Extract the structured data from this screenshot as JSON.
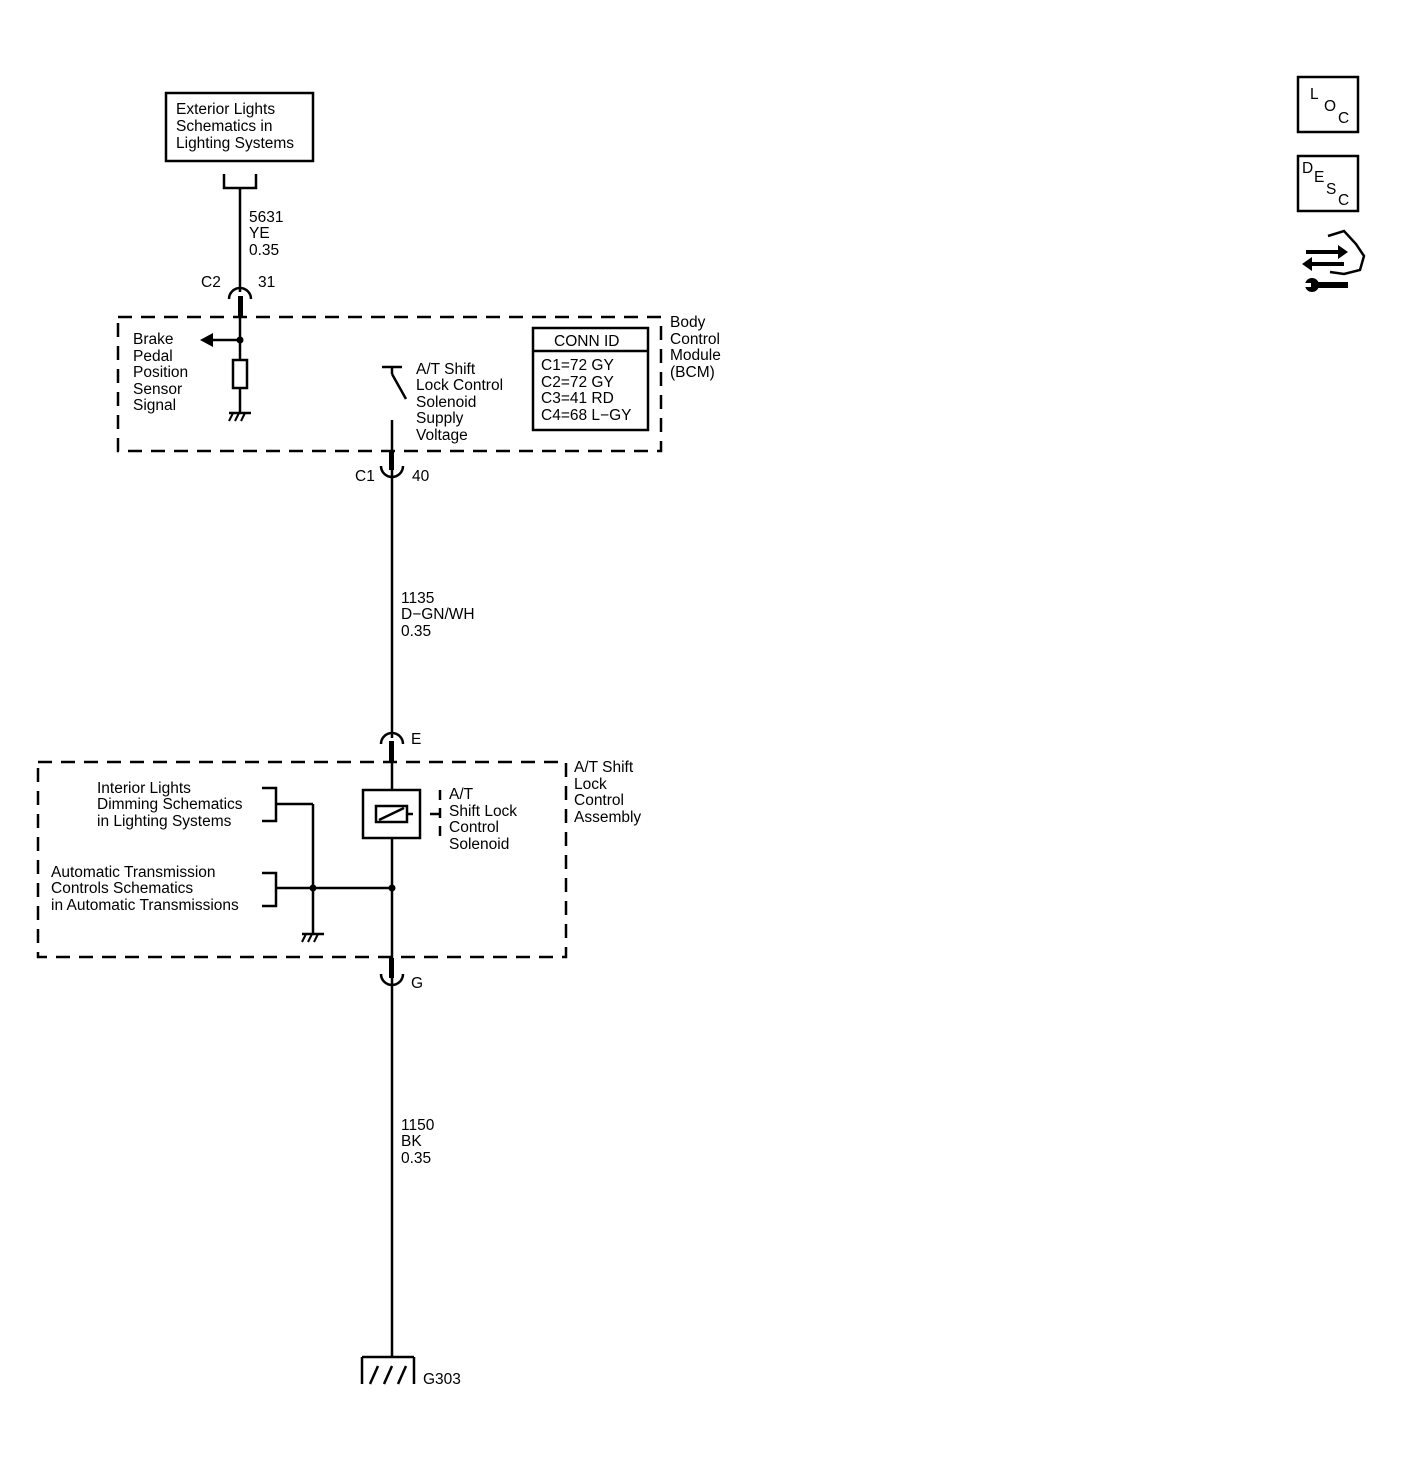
{
  "exterior_lights_ref": [
    "Exterior Lights",
    "Schematics in",
    "Lighting Systems"
  ],
  "wire_5631": [
    "5631",
    "YE",
    "0.35"
  ],
  "bcm_conn_c2": {
    "name": "C2",
    "pin": "31"
  },
  "bcm": {
    "name": [
      "Body",
      "Control",
      "Module",
      "(BCM)"
    ],
    "brake_signal": [
      "Brake",
      "Pedal",
      "Position",
      "Sensor",
      "Signal"
    ],
    "solenoid_supply": [
      "A/T Shift",
      "Lock Control",
      "Solenoid",
      "Supply",
      "Voltage"
    ],
    "conn_id": {
      "title": "CONN ID",
      "rows": [
        "C1=72 GY",
        "C2=72 GY",
        "C3=41 RD",
        "C4=68 L−GY"
      ]
    }
  },
  "bcm_conn_c1": {
    "name": "C1",
    "pin": "40"
  },
  "wire_1135": [
    "1135",
    "D−GN/WH",
    "0.35"
  ],
  "conn_e": "E",
  "shift_lock_assembly": {
    "name": [
      "A/T Shift",
      "Lock",
      "Control",
      "Assembly"
    ],
    "solenoid": [
      "A/T",
      "Shift Lock",
      "Control",
      "Solenoid"
    ],
    "interior_ref": [
      "Interior Lights",
      "Dimming Schematics",
      "in Lighting Systems"
    ],
    "trans_ref": [
      "Automatic Transmission",
      "Controls Schematics",
      "in Automatic Transmissions"
    ]
  },
  "conn_g": "G",
  "wire_1150": [
    "1150",
    "BK",
    "0.35"
  ],
  "ground": "G303",
  "nav_icons": {
    "loc": [
      "L",
      "O",
      "C"
    ],
    "desc": [
      "D",
      "E",
      "S",
      "C"
    ],
    "service_icon": "hand-wrench-icon"
  }
}
